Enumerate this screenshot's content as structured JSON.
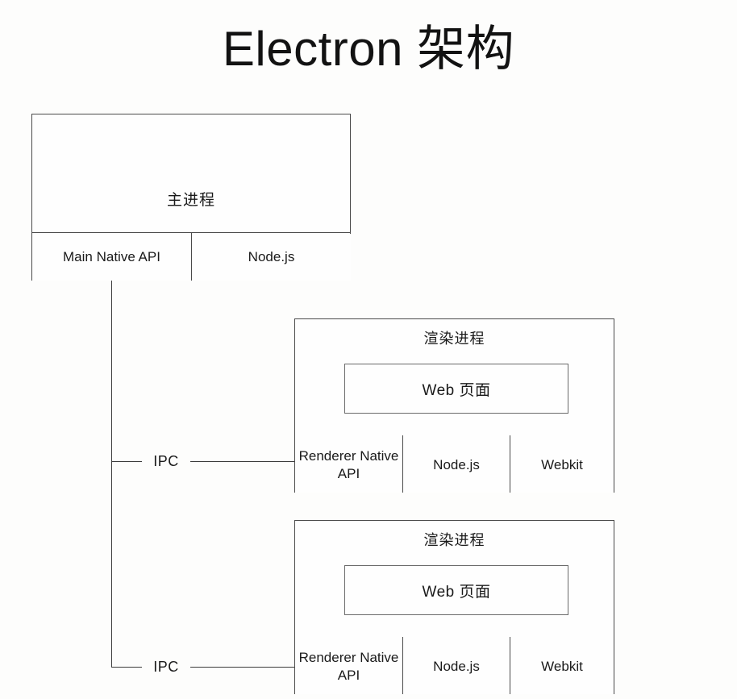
{
  "title": "Electron 架构",
  "colors": {
    "background": "#fdfdfc",
    "stroke": "#4a4a4a",
    "connector": "#3a3a3a",
    "text": "#1a1a1a"
  },
  "main_process": {
    "title": "主进程",
    "components": [
      {
        "label": "Main Native API"
      },
      {
        "label": "Node.js"
      }
    ]
  },
  "connectors": [
    {
      "label": "IPC"
    },
    {
      "label": "IPC"
    }
  ],
  "renderer_processes": [
    {
      "title": "渲染进程",
      "webpage": "Web 页面",
      "components": [
        {
          "label": "Renderer\nNative API"
        },
        {
          "label": "Node.js"
        },
        {
          "label": "Webkit"
        }
      ]
    },
    {
      "title": "渲染进程",
      "webpage": "Web 页面",
      "components": [
        {
          "label": "Renderer\nNative API"
        },
        {
          "label": "Node.js"
        },
        {
          "label": "Webkit"
        }
      ]
    }
  ]
}
